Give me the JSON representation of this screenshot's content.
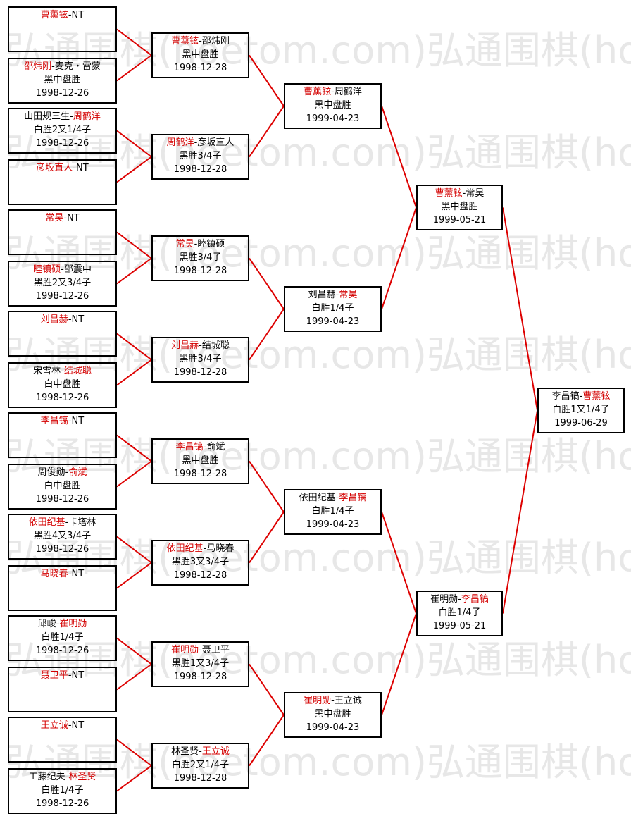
{
  "watermark": "弘通围棋(hoetom.com)",
  "colors": {
    "winner": "#d40000",
    "line": "#dd0000",
    "border": "#000000",
    "watermark": "#d4d4d4"
  },
  "rounds": [
    [
      {
        "id": "r1_1",
        "p1": "曹薰铉",
        "p2": "NT",
        "winner": 1
      },
      {
        "id": "r1_2",
        "p1": "邵炜刚",
        "p2": "麦克・雷蒙",
        "winner": 1,
        "result": "黑中盘胜",
        "date": "1998-12-26"
      },
      {
        "id": "r1_3",
        "p1": "山田规三生",
        "p2": "周鹤洋",
        "winner": 2,
        "result": "白胜2又1/4子",
        "date": "1998-12-26"
      },
      {
        "id": "r1_4",
        "p1": "彦坂直人",
        "p2": "NT",
        "winner": 1
      },
      {
        "id": "r1_5",
        "p1": "常昊",
        "p2": "NT",
        "winner": 1
      },
      {
        "id": "r1_6",
        "p1": "睦镇硕",
        "p2": "邵震中",
        "winner": 1,
        "result": "黑胜2又3/4子",
        "date": "1998-12-26"
      },
      {
        "id": "r1_7",
        "p1": "刘昌赫",
        "p2": "NT",
        "winner": 1
      },
      {
        "id": "r1_8",
        "p1": "宋雪林",
        "p2": "结城聪",
        "winner": 2,
        "result": "白中盘胜",
        "date": "1998-12-26"
      },
      {
        "id": "r1_9",
        "p1": "李昌镐",
        "p2": "NT",
        "winner": 1
      },
      {
        "id": "r1_10",
        "p1": "周俊勋",
        "p2": "俞斌",
        "winner": 2,
        "result": "白中盘胜",
        "date": "1998-12-26"
      },
      {
        "id": "r1_11",
        "p1": "依田纪基",
        "p2": "卡塔林",
        "winner": 1,
        "result": "黑胜4又3/4子",
        "date": "1998-12-26"
      },
      {
        "id": "r1_12",
        "p1": "马晓春",
        "p2": "NT",
        "winner": 1
      },
      {
        "id": "r1_13",
        "p1": "邱峻",
        "p2": "崔明勋",
        "winner": 2,
        "result": "白胜1/4子",
        "date": "1998-12-26"
      },
      {
        "id": "r1_14",
        "p1": "聂卫平",
        "p2": "NT",
        "winner": 1
      },
      {
        "id": "r1_15",
        "p1": "王立诚",
        "p2": "NT",
        "winner": 1
      },
      {
        "id": "r1_16",
        "p1": "工藤纪夫",
        "p2": "林圣贤",
        "winner": 2,
        "result": "白胜1/4子",
        "date": "1998-12-26"
      }
    ],
    [
      {
        "id": "r2_1",
        "p1": "曹薰铉",
        "p2": "邵炜刚",
        "winner": 1,
        "result": "黑中盘胜",
        "date": "1998-12-28"
      },
      {
        "id": "r2_2",
        "p1": "周鹤洋",
        "p2": "彦坂直人",
        "winner": 1,
        "result": "黑胜3/4子",
        "date": "1998-12-28"
      },
      {
        "id": "r2_3",
        "p1": "常昊",
        "p2": "睦镇硕",
        "winner": 1,
        "result": "黑胜3/4子",
        "date": "1998-12-28"
      },
      {
        "id": "r2_4",
        "p1": "刘昌赫",
        "p2": "结城聪",
        "winner": 1,
        "result": "黑胜3/4子",
        "date": "1998-12-28"
      },
      {
        "id": "r2_5",
        "p1": "李昌镐",
        "p2": "俞斌",
        "winner": 1,
        "result": "黑中盘胜",
        "date": "1998-12-28"
      },
      {
        "id": "r2_6",
        "p1": "依田纪基",
        "p2": "马晓春",
        "winner": 1,
        "result": "黑胜3又3/4子",
        "date": "1998-12-28"
      },
      {
        "id": "r2_7",
        "p1": "崔明勋",
        "p2": "聂卫平",
        "winner": 1,
        "result": "黑胜1又3/4子",
        "date": "1998-12-28"
      },
      {
        "id": "r2_8",
        "p1": "林圣贤",
        "p2": "王立诚",
        "winner": 2,
        "result": "白胜2又1/4子",
        "date": "1998-12-28"
      }
    ],
    [
      {
        "id": "r3_1",
        "p1": "曹薰铉",
        "p2": "周鹤洋",
        "winner": 1,
        "result": "黑中盘胜",
        "date": "1999-04-23"
      },
      {
        "id": "r3_2",
        "p1": "刘昌赫",
        "p2": "常昊",
        "winner": 2,
        "result": "白胜1/4子",
        "date": "1999-04-23"
      },
      {
        "id": "r3_3",
        "p1": "依田纪基",
        "p2": "李昌镐",
        "winner": 2,
        "result": "白胜1/4子",
        "date": "1999-04-23"
      },
      {
        "id": "r3_4",
        "p1": "崔明勋",
        "p2": "王立诚",
        "winner": 1,
        "result": "黑中盘胜",
        "date": "1999-04-23"
      }
    ],
    [
      {
        "id": "r4_1",
        "p1": "曹薰铉",
        "p2": "常昊",
        "winner": 1,
        "result": "黑中盘胜",
        "date": "1999-05-21"
      },
      {
        "id": "r4_2",
        "p1": "崔明勋",
        "p2": "李昌镐",
        "winner": 2,
        "result": "白胜1/4子",
        "date": "1999-05-21"
      }
    ],
    [
      {
        "id": "r5_1",
        "p1": "李昌镐",
        "p2": "曹薰铉",
        "winner": 2,
        "result": "白胜1又1/4子",
        "date": "1999-06-29"
      }
    ]
  ]
}
